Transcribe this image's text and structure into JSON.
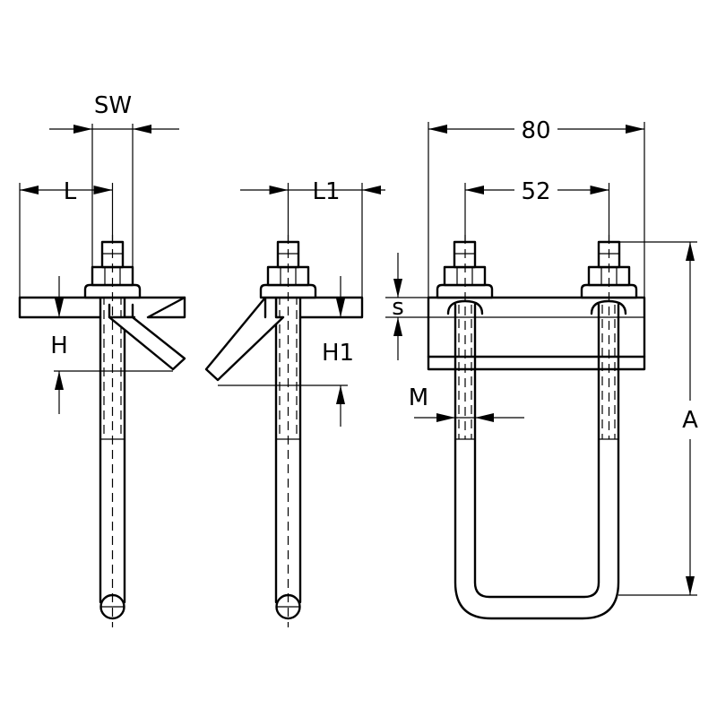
{
  "labels": {
    "sw": "SW",
    "l": "L",
    "l1": "L1",
    "dim_80": "80",
    "dim_52": "52",
    "s": "s",
    "h": "H",
    "h1": "H1",
    "m": "M",
    "a": "A"
  }
}
